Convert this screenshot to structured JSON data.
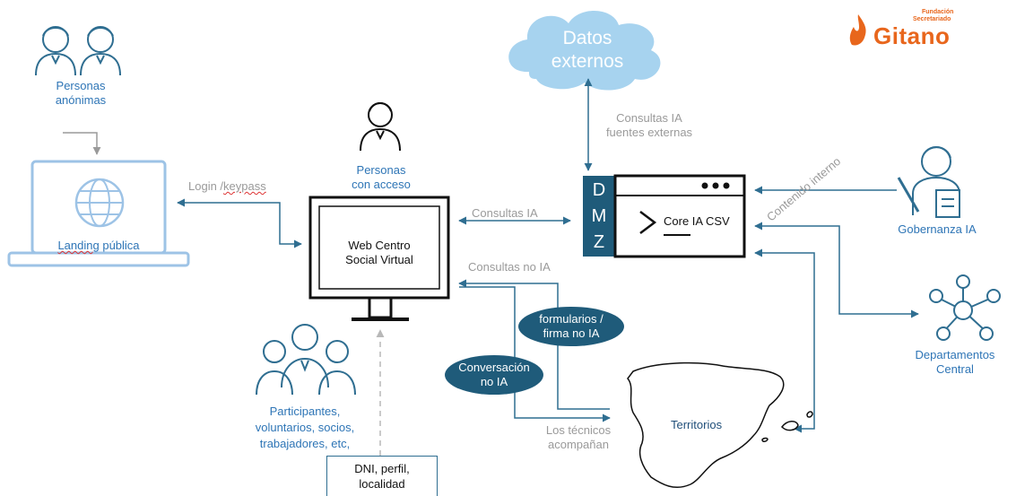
{
  "logo": {
    "brand": "Gitano",
    "small_line1": "Fundación",
    "small_line2": "Secretariado",
    "color": "#e8661c"
  },
  "cloud": {
    "line1": "Datos",
    "line2": "externos"
  },
  "actors": {
    "anon": {
      "line1": "Personas",
      "line2": "anónimas"
    },
    "access": {
      "line1": "Personas",
      "line2": "con acceso"
    },
    "participants": {
      "line1": "Participantes,",
      "line2": "voluntarios, socios,",
      "line3": "trabajadores, etc,"
    },
    "governance": "Gobernanza IA",
    "departments": {
      "line1": "Departamentos",
      "line2": "Central"
    }
  },
  "nodes": {
    "landing": {
      "label": "Landing",
      "label2": "pública"
    },
    "web": {
      "line1": "Web Centro",
      "line2": "Social Virtual"
    },
    "core": "Core IA CSV",
    "dmz": [
      "D",
      "M",
      "Z"
    ],
    "territories": "Territorios",
    "dni": {
      "line1": "DNI, perfil,",
      "line2": "localidad"
    }
  },
  "edges": {
    "login": {
      "part1": "Login /",
      "part2": "keypass"
    },
    "consultas_ia": "Consultas IA",
    "consultas_ext": {
      "line1": "Consultas IA",
      "line2": "fuentes externas"
    },
    "consultas_no_ia": "Consultas no IA",
    "contenido_interno": "Contenido interno",
    "tecnicos": {
      "line1": "Los técnicos",
      "line2": "acompañan"
    }
  },
  "pills": {
    "formularios": {
      "line1": "formularios /",
      "line2": "firma no IA"
    },
    "conversacion": {
      "line1": "Conversación",
      "line2": "no IA"
    }
  },
  "colors": {
    "blue_line": "#2f6e91",
    "label_blue": "#2e75b6",
    "light_blue": "#9dc3e6",
    "cloud": "#a7d3ef",
    "pill": "#1f5b7a"
  }
}
